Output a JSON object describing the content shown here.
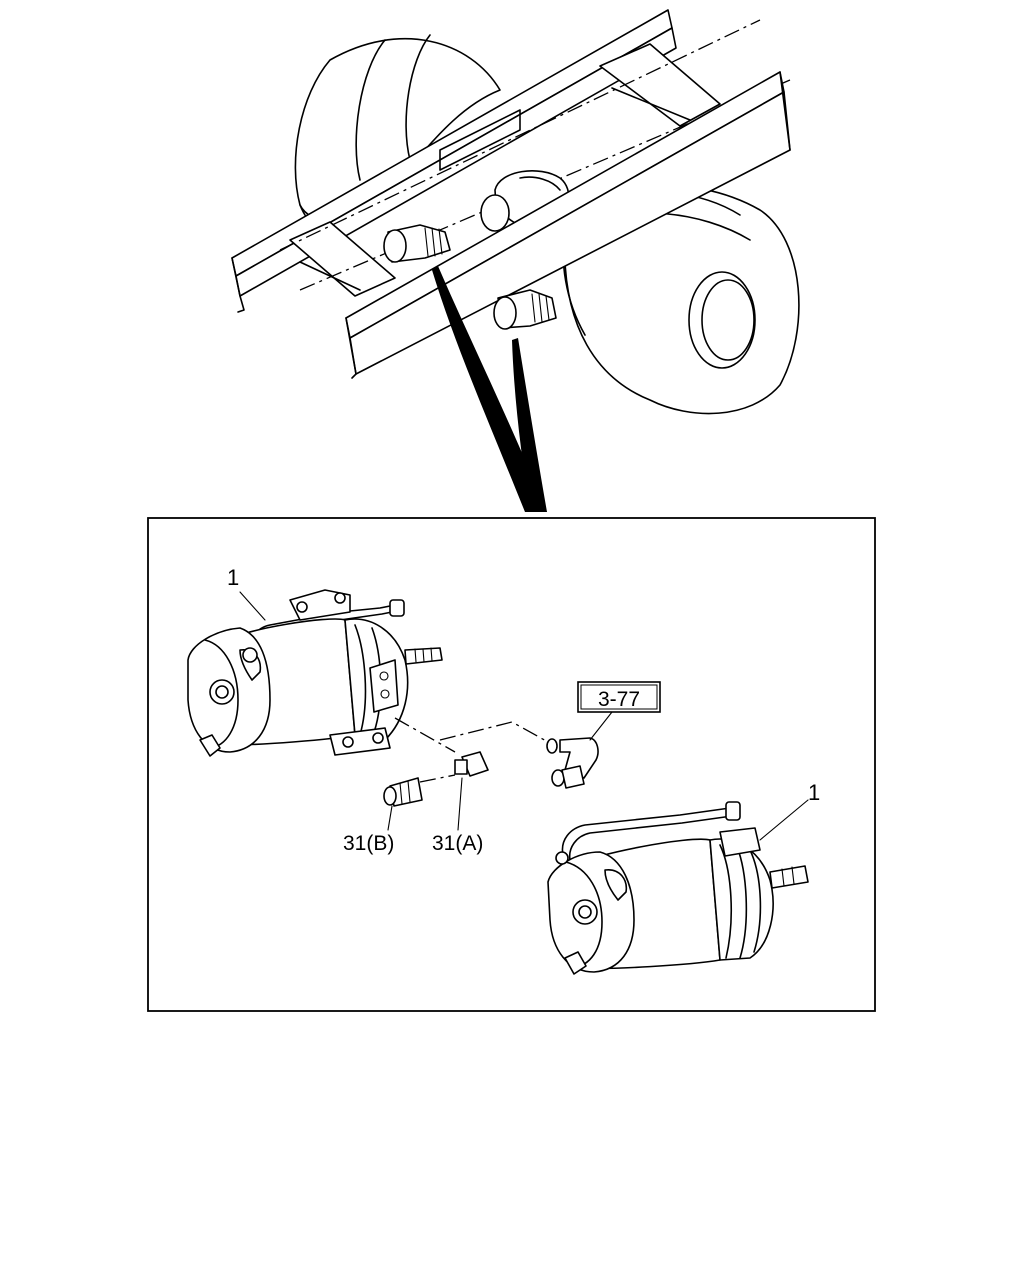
{
  "callouts": {
    "brake_chamber_upper": "1",
    "brake_chamber_lower": "1",
    "reference_box": "3-77",
    "part_31b": "31(B)",
    "part_31a": "31(A)"
  }
}
